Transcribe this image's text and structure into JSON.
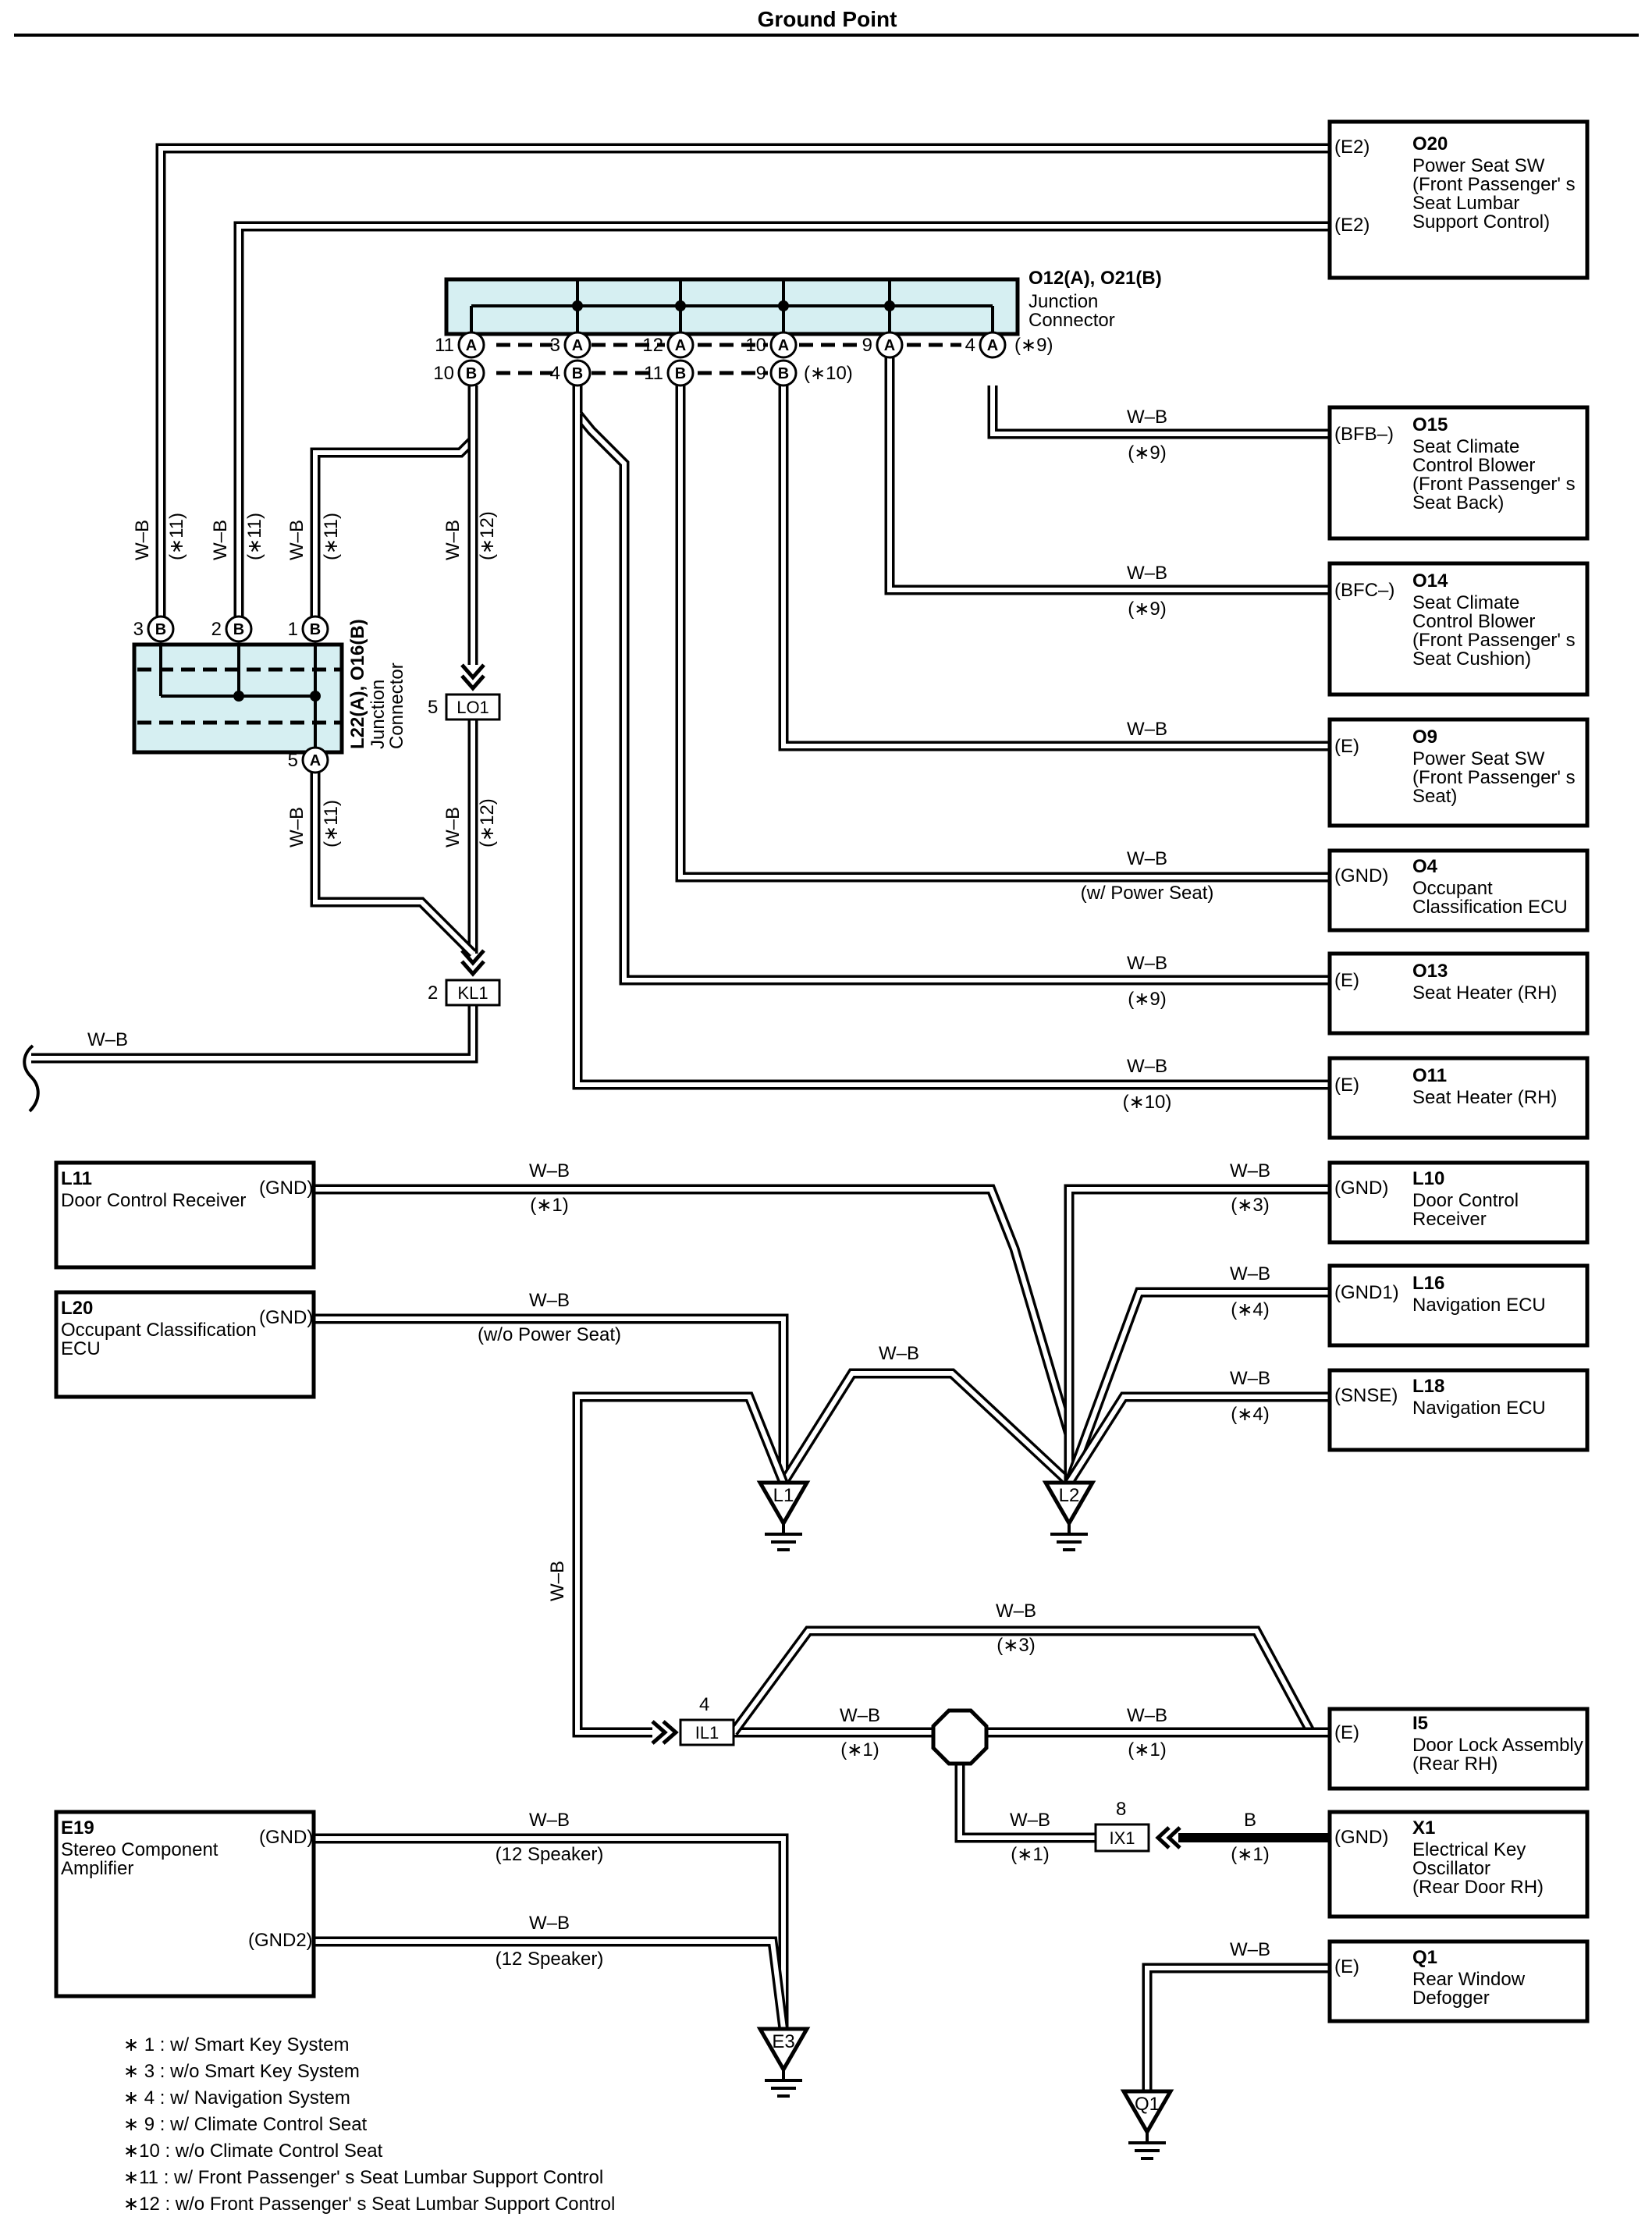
{
  "title": "Ground Point",
  "wire_color": "W–B",
  "wire_color_b": "B",
  "junction_top": {
    "id": "O12(A), O21(B)",
    "line1": "Junction",
    "line2": "Connector",
    "pins_a": [
      "11",
      "3",
      "12",
      "10",
      "9",
      "4"
    ],
    "pins_b": [
      "10",
      "4",
      "11",
      "9"
    ],
    "note_a": "(∗9)",
    "note_b": "(∗10)"
  },
  "junction_left": {
    "id": "L22(A), O16(B)",
    "line1": "Junction",
    "line2": "Connector",
    "pins_b": [
      "3",
      "2",
      "1"
    ],
    "pin_a": "5"
  },
  "pin_letters": {
    "a": "A",
    "b": "B"
  },
  "connectors": {
    "lo1": {
      "label": "LO1",
      "pin": "5"
    },
    "kl1": {
      "label": "KL1",
      "pin": "2"
    },
    "il1": {
      "label": "IL1",
      "pin": "4"
    },
    "ix1": {
      "label": "IX1",
      "pin": "8"
    }
  },
  "components": {
    "o20": {
      "id": "O20",
      "lines": [
        "Power Seat SW",
        "(Front Passenger' s",
        " Seat Lumbar",
        " Support Control)"
      ],
      "pins": [
        "(E2)",
        "(E2)"
      ]
    },
    "o15": {
      "id": "O15",
      "lines": [
        "Seat Climate",
        "Control Blower",
        "(Front Passenger' s",
        " Seat Back)"
      ],
      "pin": "(BFB–)"
    },
    "o14": {
      "id": "O14",
      "lines": [
        "Seat Climate",
        "Control Blower",
        "(Front Passenger' s",
        " Seat Cushion)"
      ],
      "pin": "(BFC–)"
    },
    "o9": {
      "id": "O9",
      "lines": [
        "Power Seat SW",
        "(Front Passenger' s",
        " Seat)"
      ],
      "pin": "(E)"
    },
    "o4": {
      "id": "O4",
      "lines": [
        "Occupant",
        "Classification ECU"
      ],
      "pin": "(GND)"
    },
    "o13": {
      "id": "O13",
      "lines": [
        "Seat Heater (RH)"
      ],
      "pin": "(E)"
    },
    "o11": {
      "id": "O11",
      "lines": [
        "Seat Heater (RH)"
      ],
      "pin": "(E)"
    },
    "l11": {
      "id": "L11",
      "lines": [
        "Door Control Receiver"
      ],
      "pin": "(GND)"
    },
    "l20": {
      "id": "L20",
      "lines": [
        "Occupant Classification",
        "ECU"
      ],
      "pin": "(GND)"
    },
    "l10": {
      "id": "L10",
      "lines": [
        "Door Control",
        "Receiver"
      ],
      "pin": "(GND)"
    },
    "l16": {
      "id": "L16",
      "lines": [
        "Navigation ECU"
      ],
      "pin": "(GND1)"
    },
    "l18": {
      "id": "L18",
      "lines": [
        "Navigation ECU"
      ],
      "pin": "(SNSE)"
    },
    "i5": {
      "id": "I5",
      "lines": [
        "Door Lock Assembly",
        "(Rear RH)"
      ],
      "pin": "(E)"
    },
    "x1": {
      "id": "X1",
      "lines": [
        "Electrical Key",
        "Oscillator",
        "(Rear Door RH)"
      ],
      "pin": "(GND)"
    },
    "q1": {
      "id": "Q1",
      "lines": [
        "Rear Window",
        "Defogger"
      ],
      "pin": "(E)"
    },
    "e19": {
      "id": "E19",
      "lines": [
        "Stereo Component",
        "Amplifier"
      ],
      "pins": [
        "(GND)",
        "(GND2)"
      ]
    }
  },
  "grounds": [
    "L1",
    "L2",
    "E3",
    "Q1"
  ],
  "conditions": {
    "c1": "(∗1)",
    "c3": "(∗3)",
    "c4": "(∗4)",
    "c9": "(∗9)",
    "c10": "(∗10)",
    "c11": "(∗11)",
    "c12": "(∗12)",
    "w_power_seat": "(w/ Power Seat)",
    "wo_power_seat": "(w/o Power Seat)",
    "speaker": "(12 Speaker)"
  },
  "footnotes": [
    "∗ 1 : w/ Smart Key System",
    "∗ 3 : w/o Smart Key System",
    "∗ 4 : w/ Navigation System",
    "∗ 9 : w/ Climate Control Seat",
    "∗10 : w/o Climate Control Seat",
    "∗11 : w/ Front Passenger' s Seat Lumbar Support Control",
    "∗12 : w/o Front Passenger' s Seat Lumbar Support Control"
  ]
}
